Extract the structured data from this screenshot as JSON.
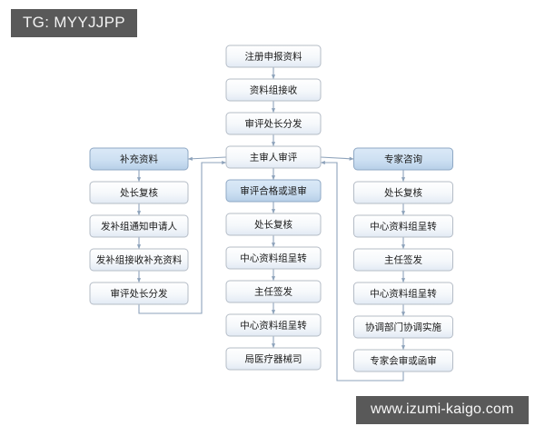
{
  "overlay": {
    "tg_badge": "TG: MYYJJPP",
    "watermark": "www.izumi-kaigo.com"
  },
  "theme": {
    "background": "#ffffff",
    "box_fill_top": "#ffffff",
    "box_fill_bottom": "#e4ebf4",
    "box_highlight_top": "#d3e3f3",
    "box_highlight_bottom": "#b9d2ea",
    "box_stroke": "#b4bcc6",
    "connector": "#8ea3bb",
    "badge_bg": "#595959",
    "badge_text": "#f2f2f2"
  },
  "diagram": {
    "title": "",
    "type": "flowchart",
    "columns": [
      {
        "id": "left",
        "name": "supplement-branch",
        "nodes": [
          {
            "id": "l1",
            "label": "补充资料",
            "highlight": true
          },
          {
            "id": "l2",
            "label": "处长复核",
            "highlight": false
          },
          {
            "id": "l3",
            "label": "发补组通知申请人",
            "highlight": false
          },
          {
            "id": "l4",
            "label": "发补组接收补充资料",
            "highlight": false
          },
          {
            "id": "l5",
            "label": "审评处长分发",
            "highlight": false
          }
        ]
      },
      {
        "id": "center",
        "name": "main-review-flow",
        "nodes": [
          {
            "id": "c1",
            "label": "注册申报资料",
            "highlight": false
          },
          {
            "id": "c2",
            "label": "资料组接收",
            "highlight": false
          },
          {
            "id": "c3",
            "label": "审评处长分发",
            "highlight": false
          },
          {
            "id": "c4",
            "label": "主审人审评",
            "highlight": false
          },
          {
            "id": "c5",
            "label": "审评合格或退审",
            "highlight": true
          },
          {
            "id": "c6",
            "label": "处长复核",
            "highlight": false
          },
          {
            "id": "c7",
            "label": "中心资料组呈转",
            "highlight": false
          },
          {
            "id": "c8",
            "label": "主任签发",
            "highlight": false
          },
          {
            "id": "c9",
            "label": "中心资料组呈转",
            "highlight": false
          },
          {
            "id": "c10",
            "label": "局医疗器械司",
            "highlight": false
          }
        ]
      },
      {
        "id": "right",
        "name": "expert-consult-branch",
        "nodes": [
          {
            "id": "r1",
            "label": "专家咨询",
            "highlight": true
          },
          {
            "id": "r2",
            "label": "处长复核",
            "highlight": false
          },
          {
            "id": "r3",
            "label": "中心资料组呈转",
            "highlight": false
          },
          {
            "id": "r4",
            "label": "主任签发",
            "highlight": false
          },
          {
            "id": "r5",
            "label": "中心资料组呈转",
            "highlight": false
          },
          {
            "id": "r6",
            "label": "协调部门协调实施",
            "highlight": false
          },
          {
            "id": "r7",
            "label": "专家会审或函审",
            "highlight": false
          }
        ]
      }
    ],
    "edges": [
      {
        "from": "c1",
        "to": "c2",
        "kind": "down"
      },
      {
        "from": "c2",
        "to": "c3",
        "kind": "down"
      },
      {
        "from": "c3",
        "to": "c4",
        "kind": "down"
      },
      {
        "from": "c4",
        "to": "c5",
        "kind": "down"
      },
      {
        "from": "c5",
        "to": "c6",
        "kind": "down"
      },
      {
        "from": "c6",
        "to": "c7",
        "kind": "down"
      },
      {
        "from": "c7",
        "to": "c8",
        "kind": "down"
      },
      {
        "from": "c8",
        "to": "c9",
        "kind": "down"
      },
      {
        "from": "c9",
        "to": "c10",
        "kind": "down"
      },
      {
        "from": "c4",
        "to": "l1",
        "kind": "left"
      },
      {
        "from": "l1",
        "to": "l2",
        "kind": "down"
      },
      {
        "from": "l2",
        "to": "l3",
        "kind": "down"
      },
      {
        "from": "l3",
        "to": "l4",
        "kind": "down"
      },
      {
        "from": "l4",
        "to": "l5",
        "kind": "down"
      },
      {
        "from": "l5",
        "to": "c4",
        "kind": "loop-return-left"
      },
      {
        "from": "c4",
        "to": "r1",
        "kind": "right"
      },
      {
        "from": "r1",
        "to": "r2",
        "kind": "down"
      },
      {
        "from": "r2",
        "to": "r3",
        "kind": "down"
      },
      {
        "from": "r3",
        "to": "r4",
        "kind": "down"
      },
      {
        "from": "r4",
        "to": "r5",
        "kind": "down"
      },
      {
        "from": "r5",
        "to": "r6",
        "kind": "down"
      },
      {
        "from": "r6",
        "to": "r7",
        "kind": "down"
      },
      {
        "from": "r7",
        "to": "c4",
        "kind": "loop-return-right"
      }
    ]
  }
}
